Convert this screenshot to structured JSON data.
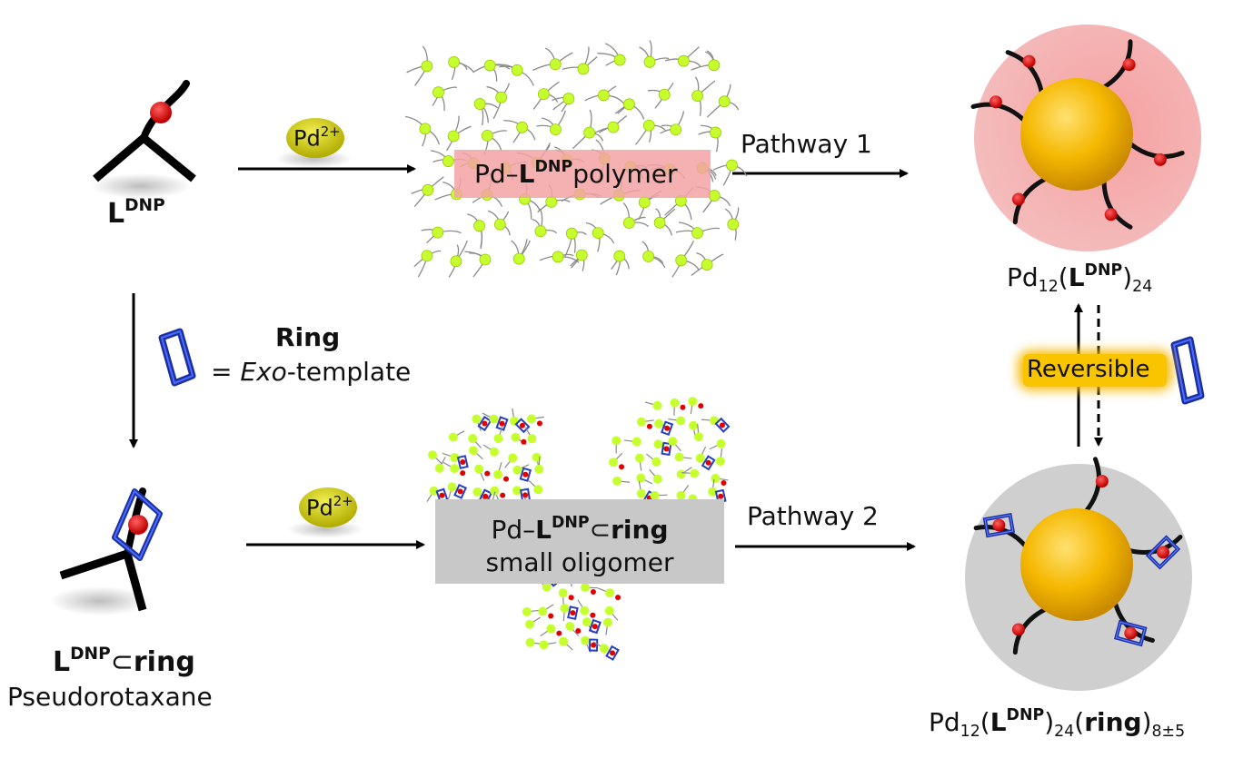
{
  "ligand": {
    "symbol": "L",
    "sup": "DNP"
  },
  "pd_badge": {
    "text": "Pd",
    "sup": "2+"
  },
  "polymer_box": {
    "prefix": "Pd–",
    "symbol": "L",
    "sup": "DNP",
    "suffix": "polymer"
  },
  "pathway1": {
    "label": "Pathway 1"
  },
  "pathway2": {
    "label": "Pathway 2"
  },
  "ring_legend": {
    "title": "Ring",
    "eq": "= ",
    "italic": "Exo",
    "rest": "-template"
  },
  "pseudorotaxane": {
    "symbol": "L",
    "sup": "DNP",
    "subset": "⊂",
    "ring": "ring",
    "caption": "Pseudorotaxane"
  },
  "oligomer_box": {
    "prefix": "Pd–",
    "symbol": "L",
    "sup": "DNP",
    "subset": "⊂",
    "ring": "ring",
    "line2": "small oligomer"
  },
  "cage1": {
    "pd": "Pd",
    "pd_sub": "12",
    "lp": "(",
    "symbol": "L",
    "sup": "DNP",
    "rp": ")",
    "sub": "24"
  },
  "reversible": {
    "label": "Reversible"
  },
  "cage2": {
    "pd": "Pd",
    "pd_sub": "12",
    "lp": "(",
    "symbol": "L",
    "sup": "DNP",
    "rp": ")",
    "sub": "24",
    "lp2": "(",
    "ring": "ring",
    "rp2": ")",
    "ring_sub": "8±5"
  },
  "colors": {
    "pink_box": "#f3a3a3",
    "grey_box": "#c8c8c8",
    "pd_badge": "#c9c400",
    "gold_sphere": "#f0b000",
    "ring_blue": "#2540c0",
    "dnp_red": "#e00000",
    "node_green": "#c6ff2e"
  }
}
